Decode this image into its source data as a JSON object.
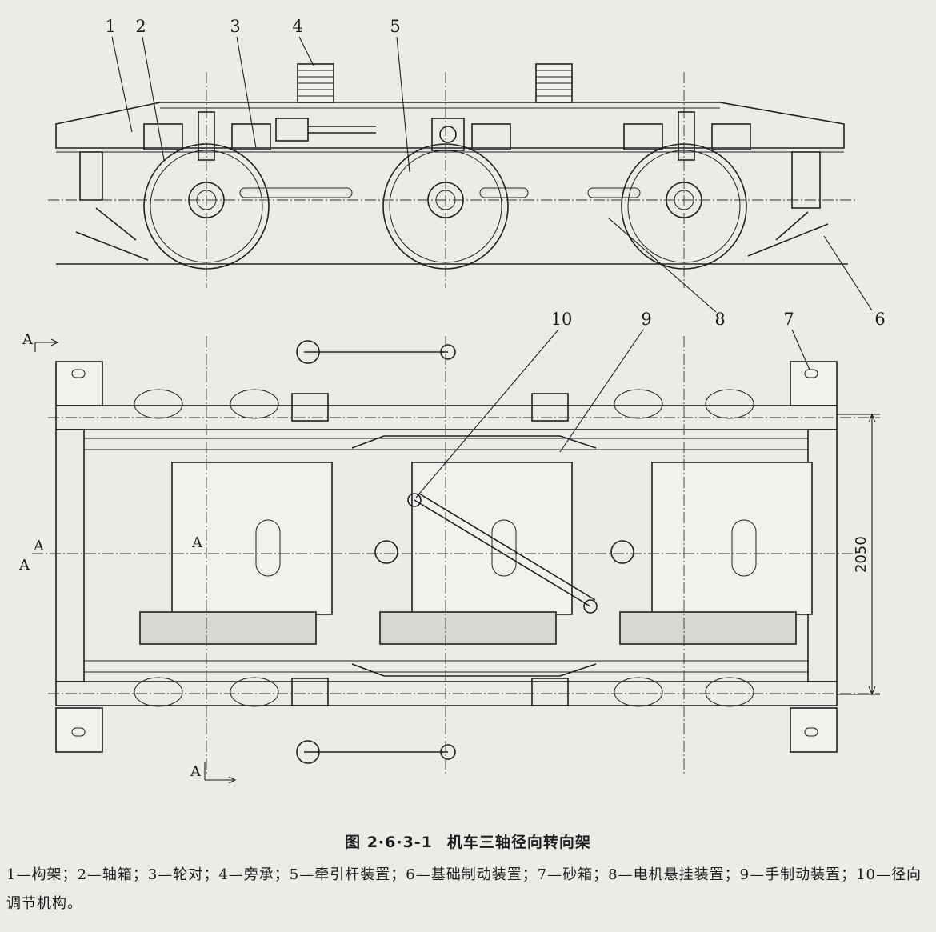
{
  "figure": {
    "number": "图 2·6·3-1",
    "title": "机车三轴径向转向架"
  },
  "callouts": [
    {
      "num": "1"
    },
    {
      "num": "2"
    },
    {
      "num": "3"
    },
    {
      "num": "4"
    },
    {
      "num": "5"
    },
    {
      "num": "6"
    },
    {
      "num": "7"
    },
    {
      "num": "8"
    },
    {
      "num": "9"
    },
    {
      "num": "10"
    }
  ],
  "section_marks": {
    "top_left": "A",
    "mid_left_upper": "A",
    "mid_left_lower": "A",
    "mid_center": "A",
    "bottom": "A"
  },
  "dimension": "2050",
  "legend": {
    "line1": "1—构架；2—轴箱；3—轮对；4—旁承；5—牵引杆装置；6—基础制动装置；7—砂箱；8—电机悬挂装",
    "line2": "置；9—手制动装置；10—径向调节机构。"
  }
}
